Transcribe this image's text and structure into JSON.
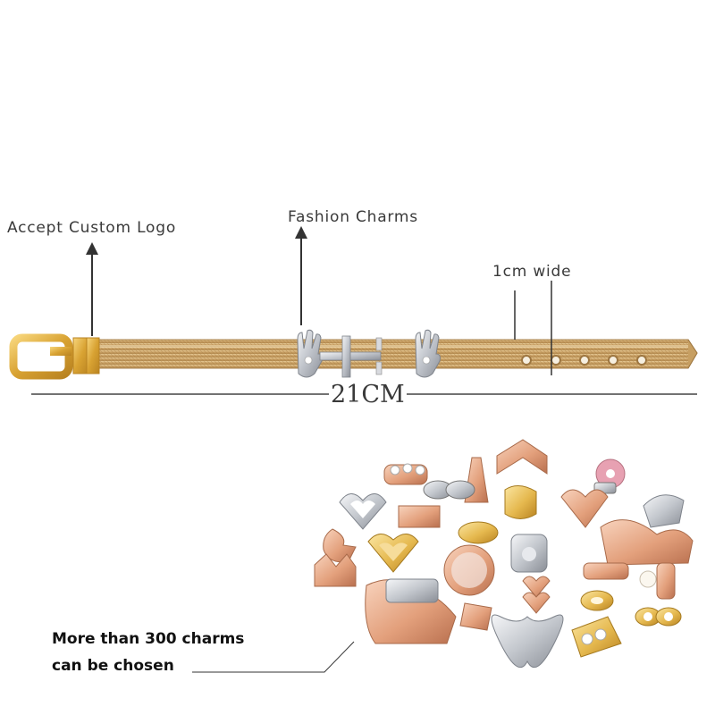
{
  "callouts": {
    "custom_logo": "Accept Custom Logo",
    "fashion_charms": "Fashion Charms",
    "width": "1cm wide"
  },
  "measurement": {
    "length": "21CM"
  },
  "promo": {
    "line1": "More than 300 charms",
    "line2": "can be chosen"
  },
  "colors": {
    "mesh_gold": "#d4ad72",
    "buckle_gold": "#e4b64a",
    "rose_gold": "#e6a887",
    "silver": "#c9ccd2",
    "text": "#3a3a3a"
  }
}
